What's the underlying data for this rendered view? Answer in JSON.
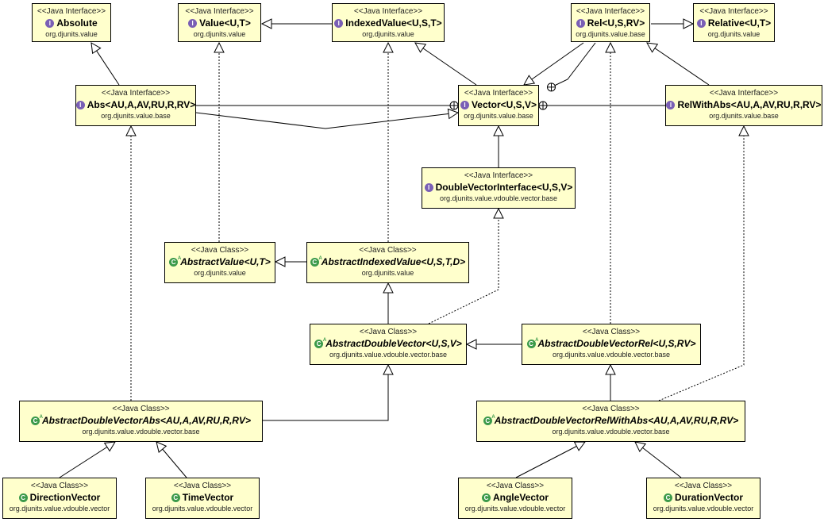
{
  "diagram": {
    "type": "UML class diagram",
    "stereotypes": {
      "interface": "<<Java Interface>>",
      "class": "<<Java Class>>"
    },
    "colors": {
      "box_fill": "#ffffcc",
      "interface_icon": "#7a5fb5",
      "class_icon": "#3c9a4a"
    },
    "nodes": [
      {
        "id": "absolute",
        "kind": "interface",
        "name": "Absolute",
        "pkg": "org.djunits.value"
      },
      {
        "id": "value",
        "kind": "interface",
        "name": "Value<U,T>",
        "pkg": "org.djunits.value"
      },
      {
        "id": "indexedvalue",
        "kind": "interface",
        "name": "IndexedValue<U,S,T>",
        "pkg": "org.djunits.value"
      },
      {
        "id": "rel",
        "kind": "interface",
        "name": "Rel<U,S,RV>",
        "pkg": "org.djunits.value.base"
      },
      {
        "id": "relative",
        "kind": "interface",
        "name": "Relative<U,T>",
        "pkg": "org.djunits.value"
      },
      {
        "id": "abs",
        "kind": "interface",
        "name": "Abs<AU,A,AV,RU,R,RV>",
        "pkg": "org.djunits.value.base"
      },
      {
        "id": "vector",
        "kind": "interface",
        "name": "Vector<U,S,V>",
        "pkg": "org.djunits.value.base"
      },
      {
        "id": "relwithabs",
        "kind": "interface",
        "name": "RelWithAbs<AU,A,AV,RU,R,RV>",
        "pkg": "org.djunits.value.base"
      },
      {
        "id": "dvi",
        "kind": "interface",
        "name": "DoubleVectorInterface<U,S,V>",
        "pkg": "org.djunits.value.vdouble.vector.base"
      },
      {
        "id": "absvalue",
        "kind": "abstract",
        "name": "AbstractValue<U,T>",
        "pkg": "org.djunits.value"
      },
      {
        "id": "absindexed",
        "kind": "abstract",
        "name": "AbstractIndexedValue<U,S,T,D>",
        "pkg": "org.djunits.value"
      },
      {
        "id": "adv",
        "kind": "abstract",
        "name": "AbstractDoubleVector<U,S,V>",
        "pkg": "org.djunits.value.vdouble.vector.base"
      },
      {
        "id": "advrel",
        "kind": "abstract",
        "name": "AbstractDoubleVectorRel<U,S,RV>",
        "pkg": "org.djunits.value.vdouble.vector.base"
      },
      {
        "id": "advabs",
        "kind": "abstract",
        "name": "AbstractDoubleVectorAbs<AU,A,AV,RU,R,RV>",
        "pkg": "org.djunits.value.vdouble.vector.base"
      },
      {
        "id": "advrwa",
        "kind": "abstract",
        "name": "AbstractDoubleVectorRelWithAbs<AU,A,AV,RU,R,RV>",
        "pkg": "org.djunits.value.vdouble.vector.base"
      },
      {
        "id": "direction",
        "kind": "class",
        "name": "DirectionVector",
        "pkg": "org.djunits.value.vdouble.vector"
      },
      {
        "id": "time",
        "kind": "class",
        "name": "TimeVector",
        "pkg": "org.djunits.value.vdouble.vector"
      },
      {
        "id": "angle",
        "kind": "class",
        "name": "AngleVector",
        "pkg": "org.djunits.value.vdouble.vector"
      },
      {
        "id": "duration",
        "kind": "class",
        "name": "DurationVector",
        "pkg": "org.djunits.value.vdouble.vector"
      }
    ],
    "edges": [
      {
        "from": "indexedvalue",
        "to": "value",
        "type": "extends"
      },
      {
        "from": "rel",
        "to": "relative",
        "type": "extends"
      },
      {
        "from": "abs",
        "to": "absolute",
        "type": "extends"
      },
      {
        "from": "vector",
        "to": "indexedvalue",
        "type": "extends"
      },
      {
        "from": "rel",
        "to": "vector",
        "type": "extends"
      },
      {
        "from": "relwithabs",
        "to": "rel",
        "type": "extends"
      },
      {
        "from": "abs",
        "to": "vector",
        "type": "extends"
      },
      {
        "from": "vector",
        "to": "abs",
        "type": "nested"
      },
      {
        "from": "vector",
        "to": "rel",
        "type": "nested"
      },
      {
        "from": "vector",
        "to": "relwithabs",
        "type": "nested"
      },
      {
        "from": "dvi",
        "to": "vector",
        "type": "extends"
      },
      {
        "from": "absvalue",
        "to": "value",
        "type": "implements"
      },
      {
        "from": "absindexed",
        "to": "absvalue",
        "type": "extends"
      },
      {
        "from": "absindexed",
        "to": "indexedvalue",
        "type": "implements"
      },
      {
        "from": "adv",
        "to": "absindexed",
        "type": "extends"
      },
      {
        "from": "adv",
        "to": "dvi",
        "type": "implements"
      },
      {
        "from": "advrel",
        "to": "adv",
        "type": "extends"
      },
      {
        "from": "advrel",
        "to": "rel",
        "type": "implements"
      },
      {
        "from": "advabs",
        "to": "adv",
        "type": "extends"
      },
      {
        "from": "advabs",
        "to": "abs",
        "type": "implements"
      },
      {
        "from": "advrwa",
        "to": "advrel",
        "type": "extends"
      },
      {
        "from": "advrwa",
        "to": "relwithabs",
        "type": "implements"
      },
      {
        "from": "direction",
        "to": "advabs",
        "type": "extends"
      },
      {
        "from": "time",
        "to": "advabs",
        "type": "extends"
      },
      {
        "from": "angle",
        "to": "advrwa",
        "type": "extends"
      },
      {
        "from": "duration",
        "to": "advrwa",
        "type": "extends"
      }
    ]
  }
}
